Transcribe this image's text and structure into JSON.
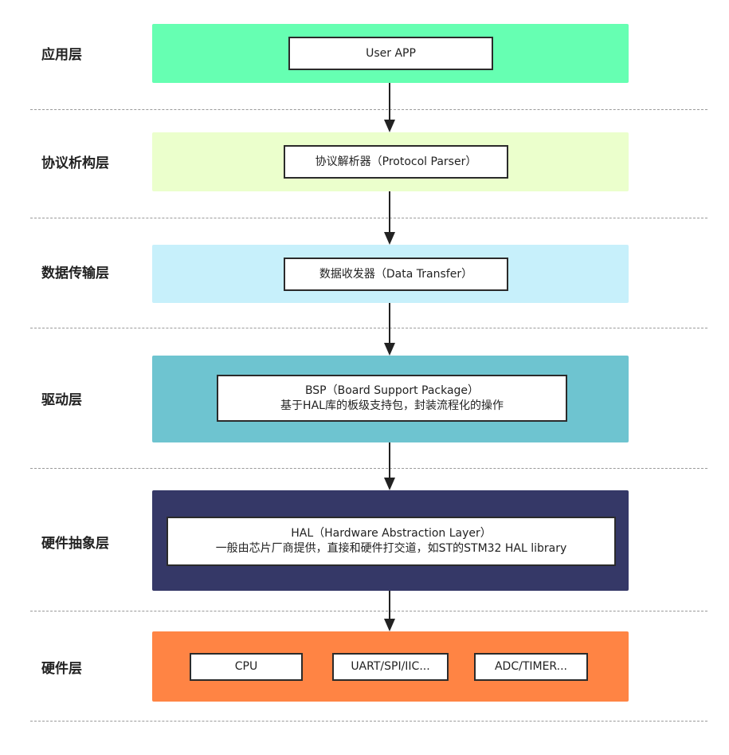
{
  "layers": [
    {
      "label": "应用层",
      "color": "#66ffb2",
      "boxes": [
        {
          "line1": "User APP"
        }
      ]
    },
    {
      "label": "协议析构层",
      "color": "#ebffcc",
      "boxes": [
        {
          "line1": "协议解析器（Protocol Parser）"
        }
      ]
    },
    {
      "label": "数据传输层",
      "color": "#c7f0fb",
      "boxes": [
        {
          "line1": "数据收发器（Data Transfer）"
        }
      ]
    },
    {
      "label": "驱动层",
      "color": "#6ec4d0",
      "boxes": [
        {
          "line1": "BSP（Board Support Package）",
          "line2": "基于HAL库的板级支持包，封装流程化的操作"
        }
      ]
    },
    {
      "label": "硬件抽象层",
      "color": "#353867",
      "boxes": [
        {
          "line1": "HAL（Hardware Abstraction Layer）",
          "line2": "一般由芯片厂商提供，直接和硬件打交道，如ST的STM32 HAL library"
        }
      ]
    },
    {
      "label": "硬件层",
      "color": "#ff8444",
      "boxes": [
        {
          "line1": "CPU"
        },
        {
          "line1": "UART/SPI/IIC..."
        },
        {
          "line1": "ADC/TIMER..."
        }
      ]
    }
  ]
}
